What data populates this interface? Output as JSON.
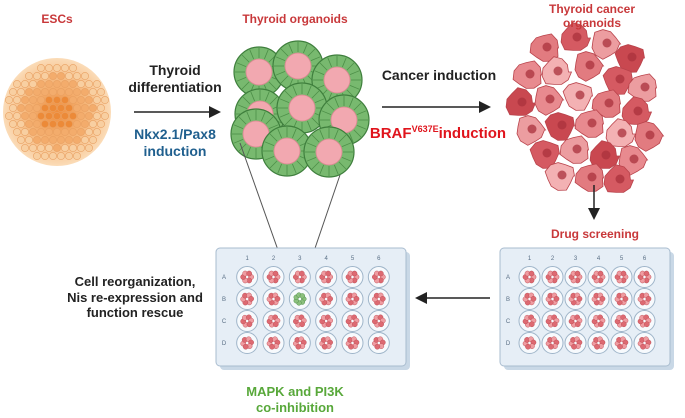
{
  "labels": {
    "escs": "ESCs",
    "thyroid_organoids": "Thyroid organoids",
    "thyroid_cancer_organoids_line1": "Thyroid cancer",
    "thyroid_cancer_organoids_line2": "organoids",
    "thyroid_differentiation_line1": "Thyroid",
    "thyroid_differentiation_line2": "differentiation",
    "nkx_line1": "Nkx2.1/Pax8",
    "nkx_line2": "induction",
    "cancer_induction": "Cancer induction",
    "braf_base": "BRAF",
    "braf_superscript": "V637E",
    "braf_suffix": "induction",
    "drug_screening": "Drug screening",
    "rescue_line1": "Cell  reorganization,",
    "rescue_line2": "Nis re-expression and",
    "rescue_line3": "function rescue",
    "inhibition_line1": "MAPK and PI3K",
    "inhibition_line2": "co-inhibition"
  },
  "plate": {
    "columns": [
      "1",
      "2",
      "3",
      "4",
      "5",
      "6"
    ],
    "rows": [
      "A",
      "B",
      "C",
      "D"
    ]
  },
  "colors": {
    "title_red": "#c8383a",
    "blue": "#1f5f8e",
    "green": "#58a83a",
    "braf_red": "#e0141c",
    "esc_orange": "#f0a060",
    "organoid_green": "#6fb36a",
    "organoid_pink": "#f2a8b0",
    "cancer_red": "#d9636a",
    "plate_blue": "#e4edf5"
  }
}
